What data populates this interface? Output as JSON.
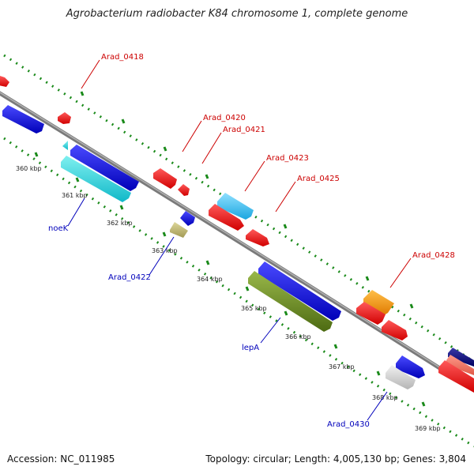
{
  "title": "Agrobacterium radiobacter K84 chromosome 1, complete genome",
  "footer": {
    "accession": "Accession: NC_011985",
    "summary": "Topology: circular; Length: 4,005,130 bp; Genes: 3,804"
  },
  "colors": {
    "backbone": "#8c8c8c",
    "forward_label": "#cc0000",
    "reverse_label": "#0000bb",
    "tick_dots": "#1a8a1a"
  },
  "ticks": [
    {
      "label": "360 kbp"
    },
    {
      "label": "361 kbp"
    },
    {
      "label": "362 kbp"
    },
    {
      "label": "363 kbp"
    },
    {
      "label": "364 kbp"
    },
    {
      "label": "365 kbp"
    },
    {
      "label": "366 kbp"
    },
    {
      "label": "367 kbp"
    },
    {
      "label": "368 kbp"
    },
    {
      "label": "369 kbp"
    }
  ],
  "gene_labels": [
    {
      "text": "Arad_0418",
      "strand": "forward"
    },
    {
      "text": "Arad_0420",
      "strand": "forward"
    },
    {
      "text": "Arad_0421",
      "strand": "forward"
    },
    {
      "text": "Arad_0423",
      "strand": "forward"
    },
    {
      "text": "Arad_0425",
      "strand": "forward"
    },
    {
      "text": "Arad_0428",
      "strand": "forward"
    },
    {
      "text": "noeK",
      "strand": "reverse"
    },
    {
      "text": "Arad_0422",
      "strand": "reverse"
    },
    {
      "text": "lepA",
      "strand": "reverse"
    },
    {
      "text": "Arad_0430",
      "strand": "reverse"
    }
  ]
}
